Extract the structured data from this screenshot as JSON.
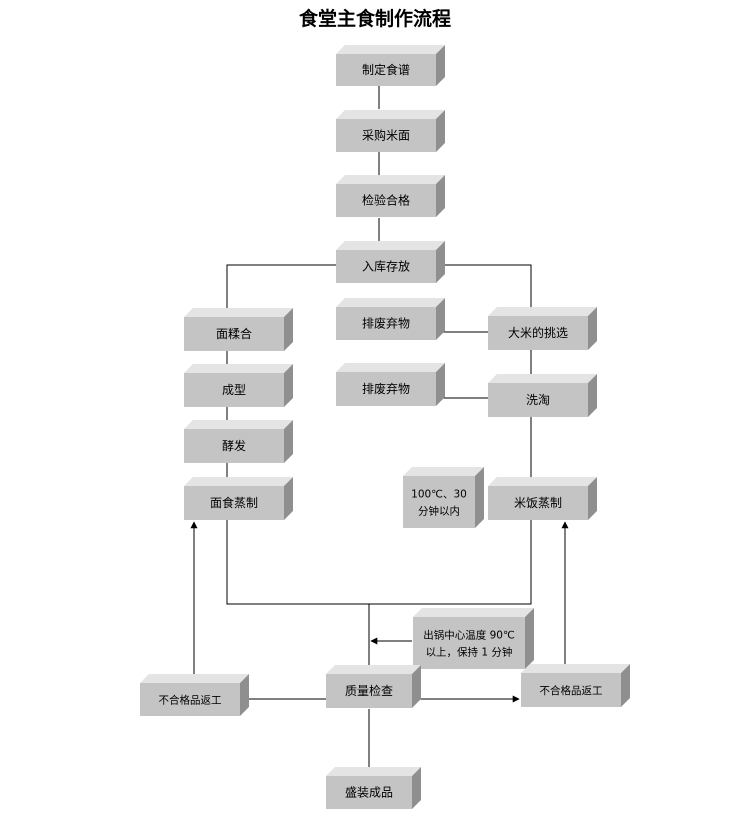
{
  "title": "食堂主食制作流程",
  "steps": {
    "menu": "制定食谱",
    "purchase": "采购米面",
    "inspect": "检验合格",
    "storage": "入库存放",
    "dough": "面糅合",
    "shape": "成型",
    "ferment": "酵发",
    "steam_flour": "面食蒸制",
    "discard_1": "排废弃物",
    "discard_2": "排废弃物",
    "rice_pick": "大米的挑选",
    "wash": "洗淘",
    "rice_note_line1": "100℃、30",
    "rice_note_line2": "分钟以内",
    "steam_rice": "米饭蒸制",
    "pot_note_line1": "出锅中心温度 90℃",
    "pot_note_line2": "以上，保持 1 分钟",
    "quality": "质量检查",
    "rework_left": "不合格品返工",
    "rework_right": "不合格品返工",
    "packing": "盛装成品"
  }
}
